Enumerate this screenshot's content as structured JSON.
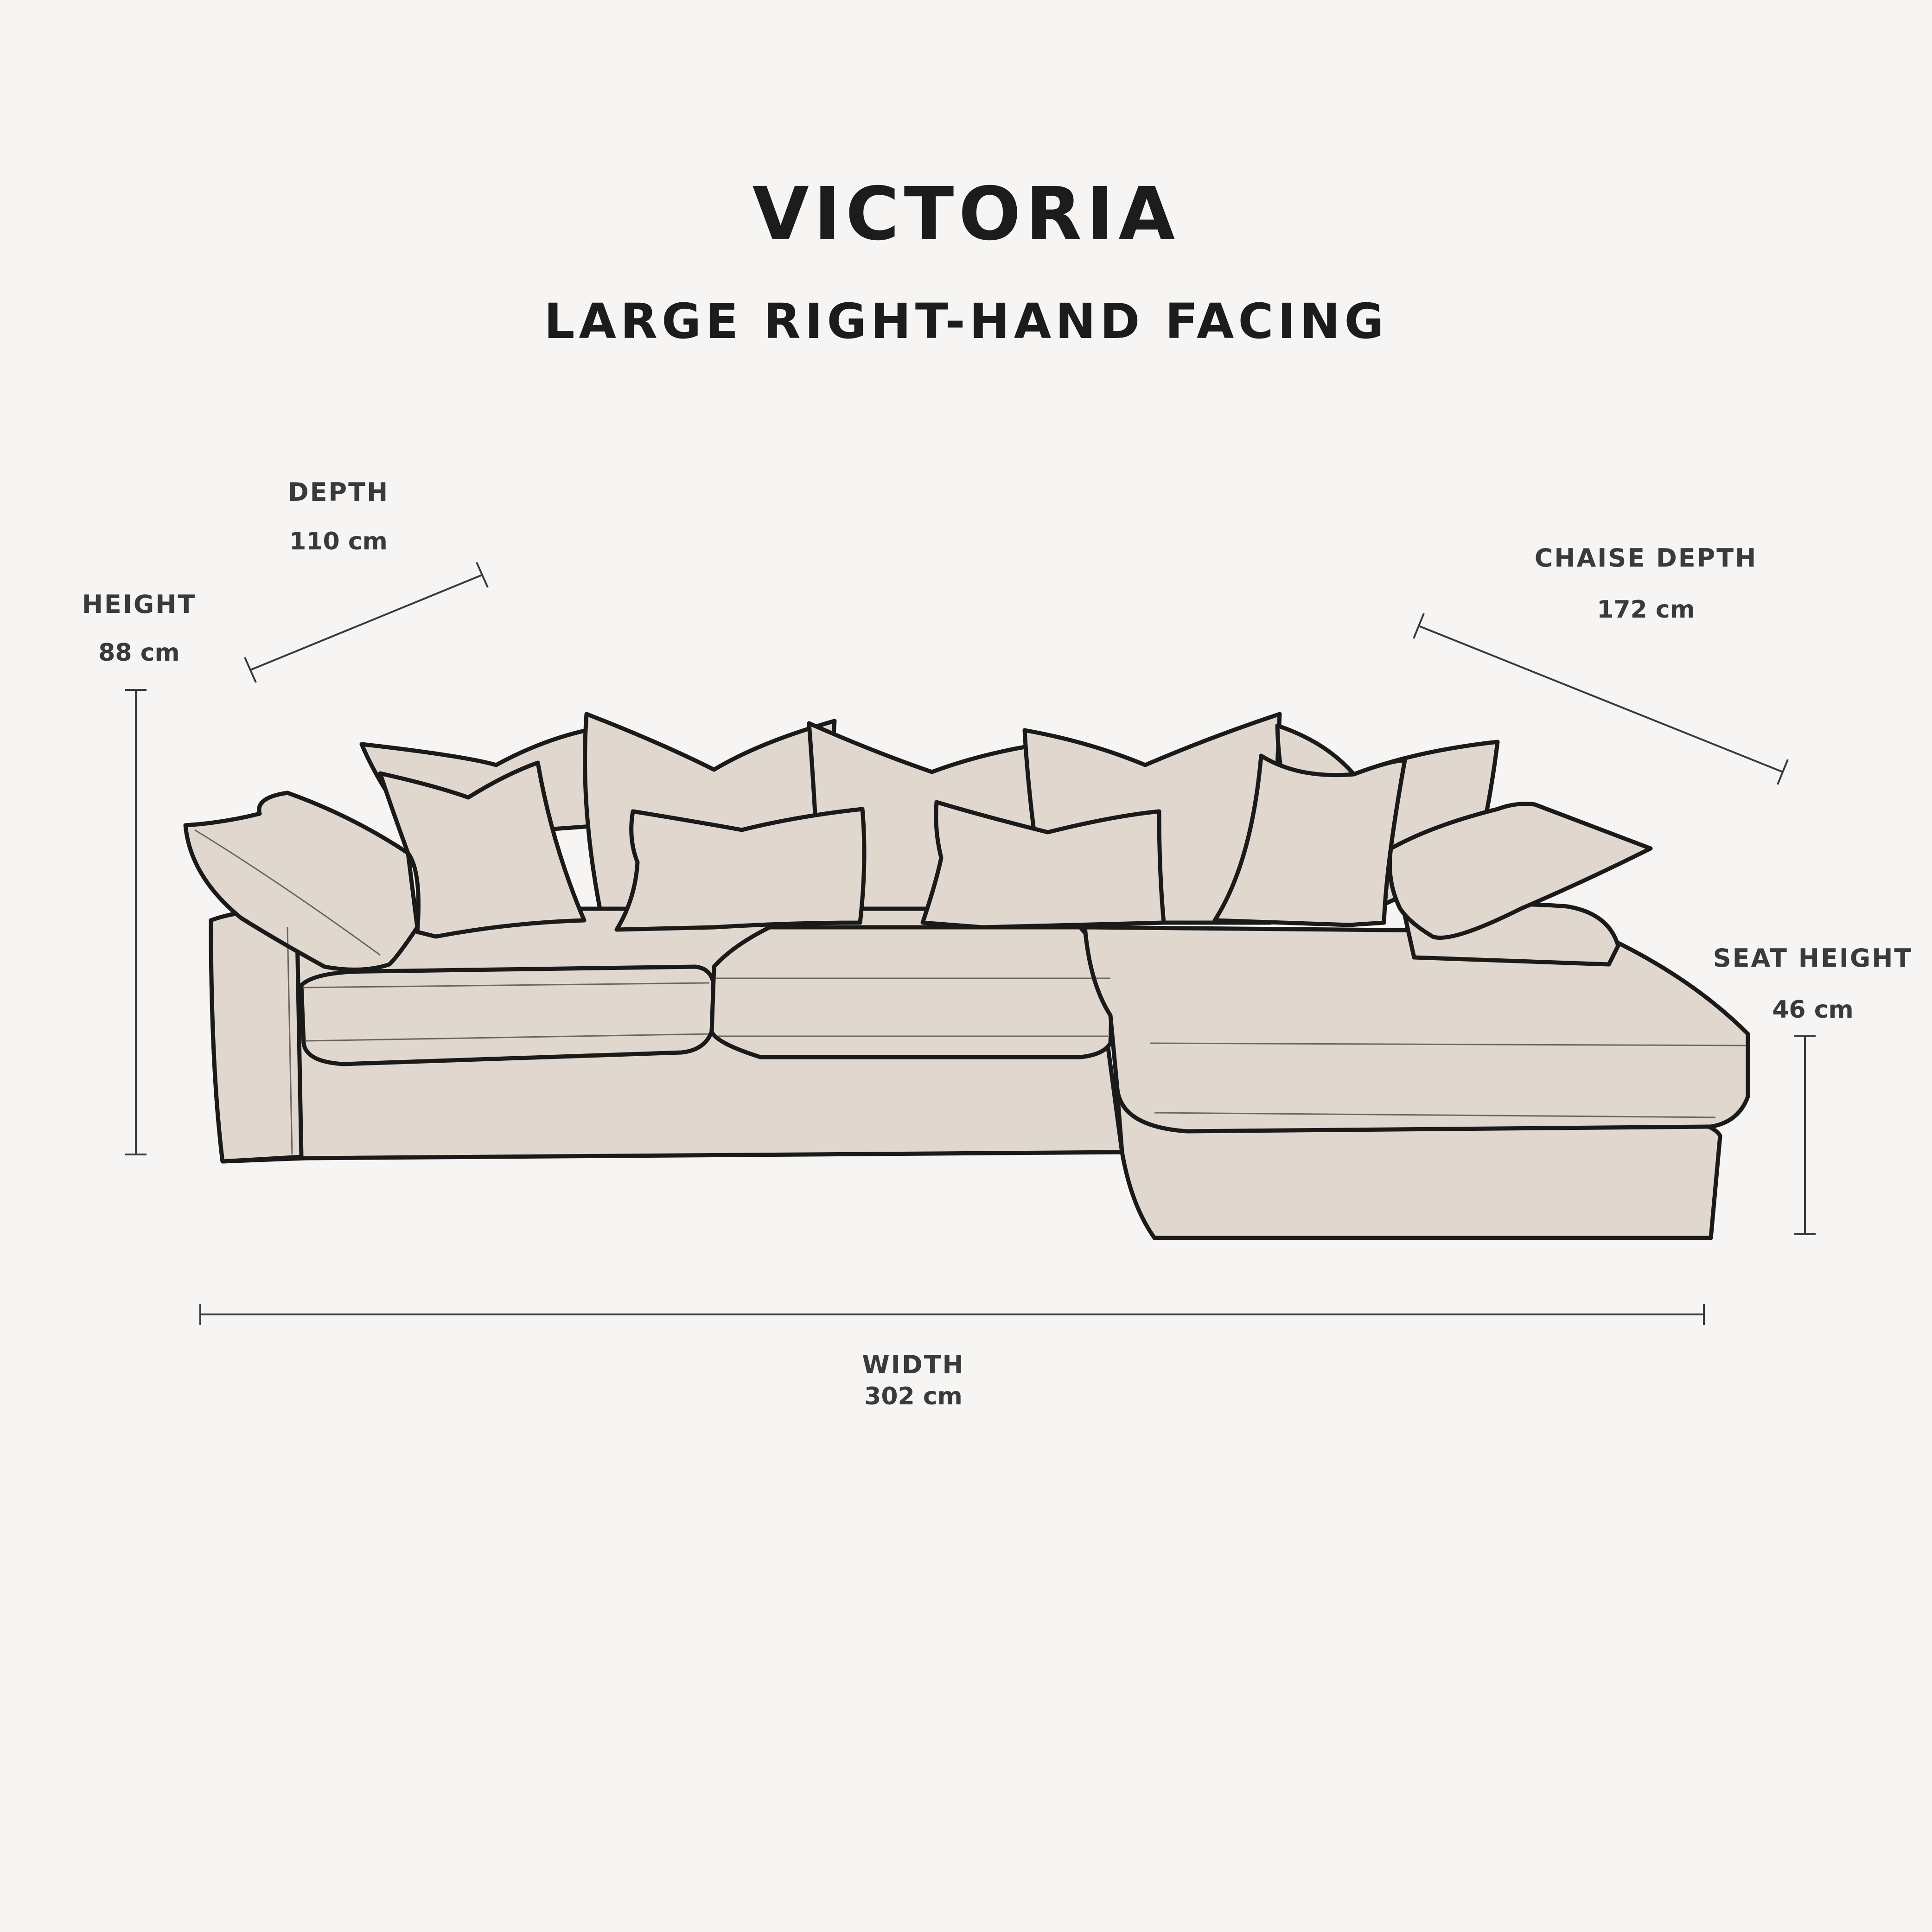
{
  "title": "VICTORIA",
  "subtitle": "LARGE RIGHT-HAND FACING",
  "dimensions": {
    "depth": {
      "label": "DEPTH",
      "value": "110 cm"
    },
    "height": {
      "label": "HEIGHT",
      "value": "88 cm"
    },
    "chaise_depth": {
      "label": "CHAISE DEPTH",
      "value": "172 cm"
    },
    "seat_height": {
      "label": "SEAT HEIGHT",
      "value": "46 cm"
    },
    "width": {
      "label": "WIDTH",
      "value": "302 cm"
    }
  },
  "colors": {
    "background": "#f7f5f3",
    "upholstery": "#e0d8ce",
    "outline": "#1a1a1a",
    "dimension_line": "#3a3a3a"
  }
}
